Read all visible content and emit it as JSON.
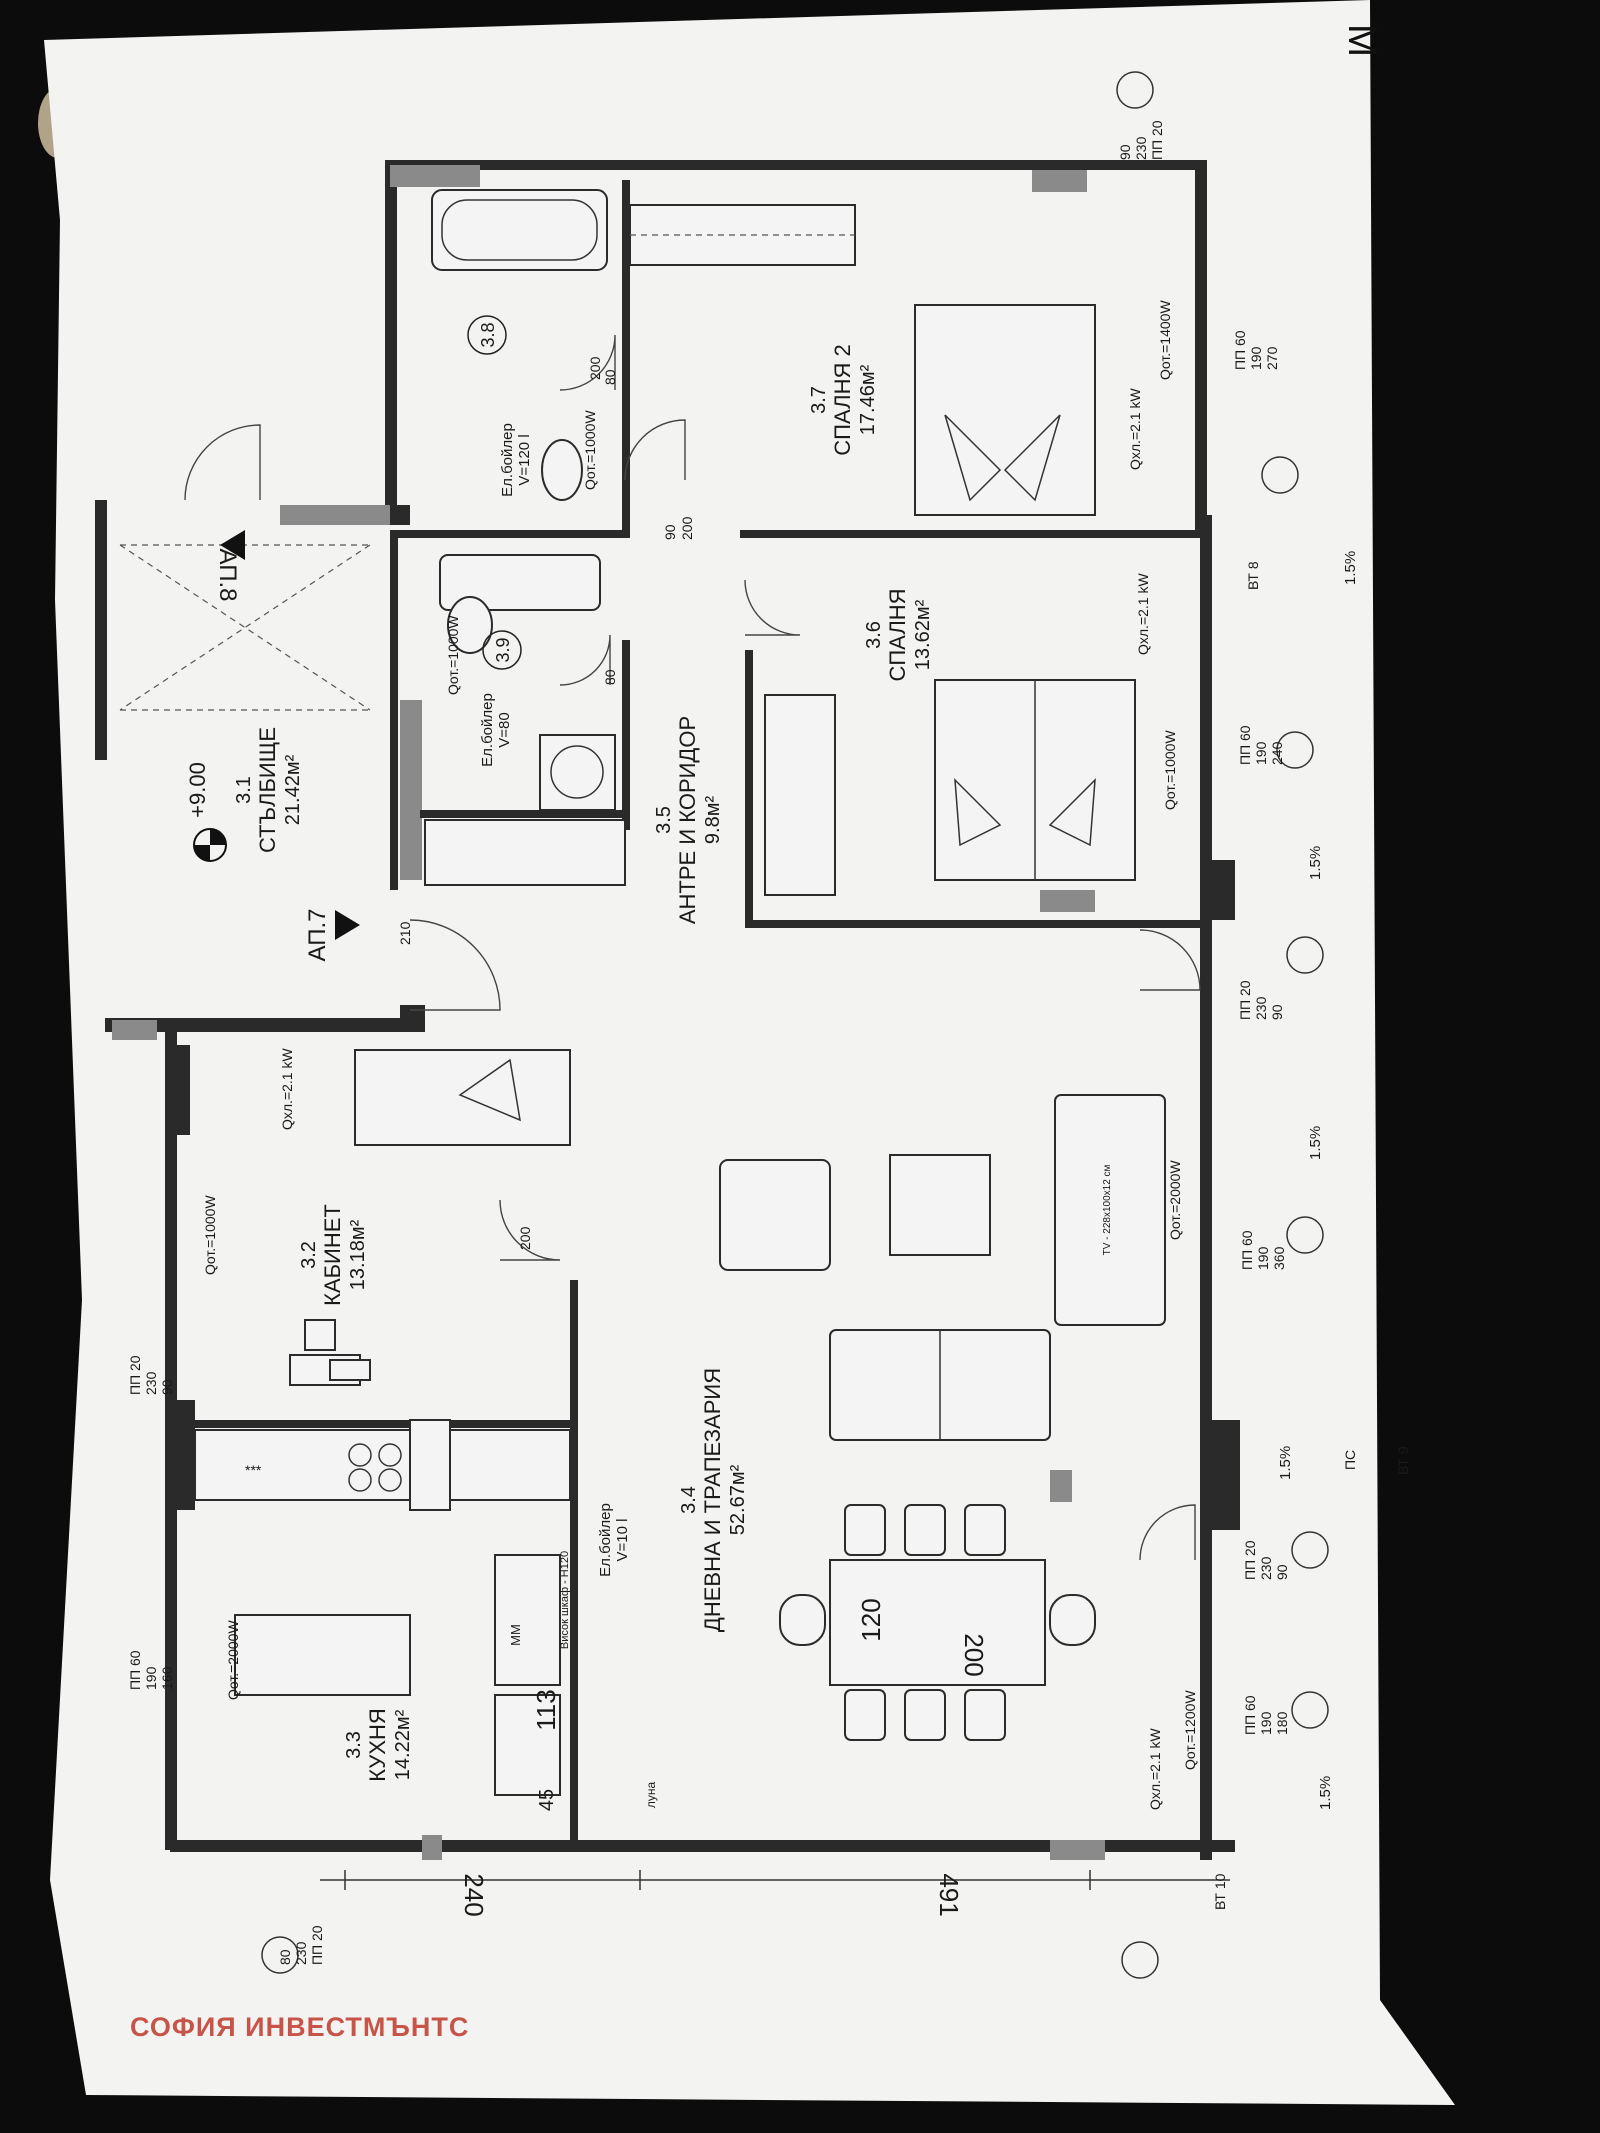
{
  "colors": {
    "background": "#0d0c0c",
    "paper": "#f3f3f1",
    "ink": "#1a1a1a",
    "watermark": "#c0392b"
  },
  "watermark": "СОФИЯ ИНВЕСТМЪНТС",
  "corner_letter": "M",
  "rooms": [
    {
      "id": "3.1",
      "name": "СТЪЛБИЩЕ",
      "area": "21.42м²"
    },
    {
      "id": "3.2",
      "name": "КАБИНЕТ",
      "area": "13.18м²"
    },
    {
      "id": "3.3",
      "name": "КУХНЯ",
      "area": "14.22м²"
    },
    {
      "id": "3.4",
      "name": "ДНЕВНА И ТРАПЕЗАРИЯ",
      "area": "52.67м²"
    },
    {
      "id": "3.5",
      "name": "АНТРЕ И КОРИДОР",
      "area": "9.8м²"
    },
    {
      "id": "3.6",
      "name": "СПАЛНЯ",
      "area": "13.62м²"
    },
    {
      "id": "3.7",
      "name": "СПАЛНЯ 2",
      "area": "17.46м²"
    },
    {
      "id": "3.8",
      "name": "",
      "area": ""
    },
    {
      "id": "3.9",
      "name": "",
      "area": ""
    }
  ],
  "level_mark": "+9.00",
  "apartments": {
    "left": "АП.7",
    "right": "АП.8"
  },
  "boilers": [
    {
      "label": "Ел.бойлер",
      "volume": "V=120 l"
    },
    {
      "label": "Ел.бойлер",
      "volume": "V=80"
    },
    {
      "label": "Ел.бойлер",
      "volume": "V=10 l"
    }
  ],
  "heaters": [
    "Qот.=1000W",
    "Qот.=1400W",
    "Qот.=1000W",
    "Qот.=1000W",
    "Qот.=2000W",
    "Qот.=1000W",
    "Qот.=2000W",
    "Qот.=1200W"
  ],
  "cooling": [
    "Qхл.=2.1 kW",
    "Qхл.=2.1 kW",
    "Qхл.=2.1 kW",
    "Qхл.=2.1 kW"
  ],
  "window_codes": [
    {
      "code": "ПП 20",
      "w": "90",
      "h": "230"
    },
    {
      "code": "ПП 60",
      "w": "190",
      "h": "270"
    },
    {
      "code": "ПП 60",
      "w": "190",
      "h": "240"
    },
    {
      "code": "ПП 20",
      "w": "90",
      "h": "230"
    },
    {
      "code": "ПП 60",
      "w": "190",
      "h": "360"
    },
    {
      "code": "ПП 20",
      "w": "90",
      "h": "230"
    },
    {
      "code": "ПП 60",
      "w": "190",
      "h": "180"
    },
    {
      "code": "ПП 20",
      "w": "90",
      "h": "230"
    },
    {
      "code": "ПП 60",
      "w": "190",
      "h": "160"
    },
    {
      "code": "ПП 20",
      "w": "80",
      "h": "230"
    }
  ],
  "door_sizes": [
    "90",
    "200",
    "80",
    "200",
    "210",
    "200",
    "80"
  ],
  "slopes": [
    "1.5%",
    "1.5%",
    "1.5%",
    "1.5%",
    "1.5%"
  ],
  "vertical_tags": [
    "ВТ 8",
    "ВТ 9",
    "ВТ 10",
    "ПС"
  ],
  "table_dims": {
    "length": "200",
    "width": "120"
  },
  "dims": {
    "d1": "240",
    "d2": "491",
    "d3": "113",
    "d4": "45"
  },
  "cabinet_note": "Висок шкаф - Н120",
  "moon_label": "луна",
  "mm_label": "ММ",
  "fridge_label": "***",
  "tv_note": "TV - 228x100x12 см"
}
